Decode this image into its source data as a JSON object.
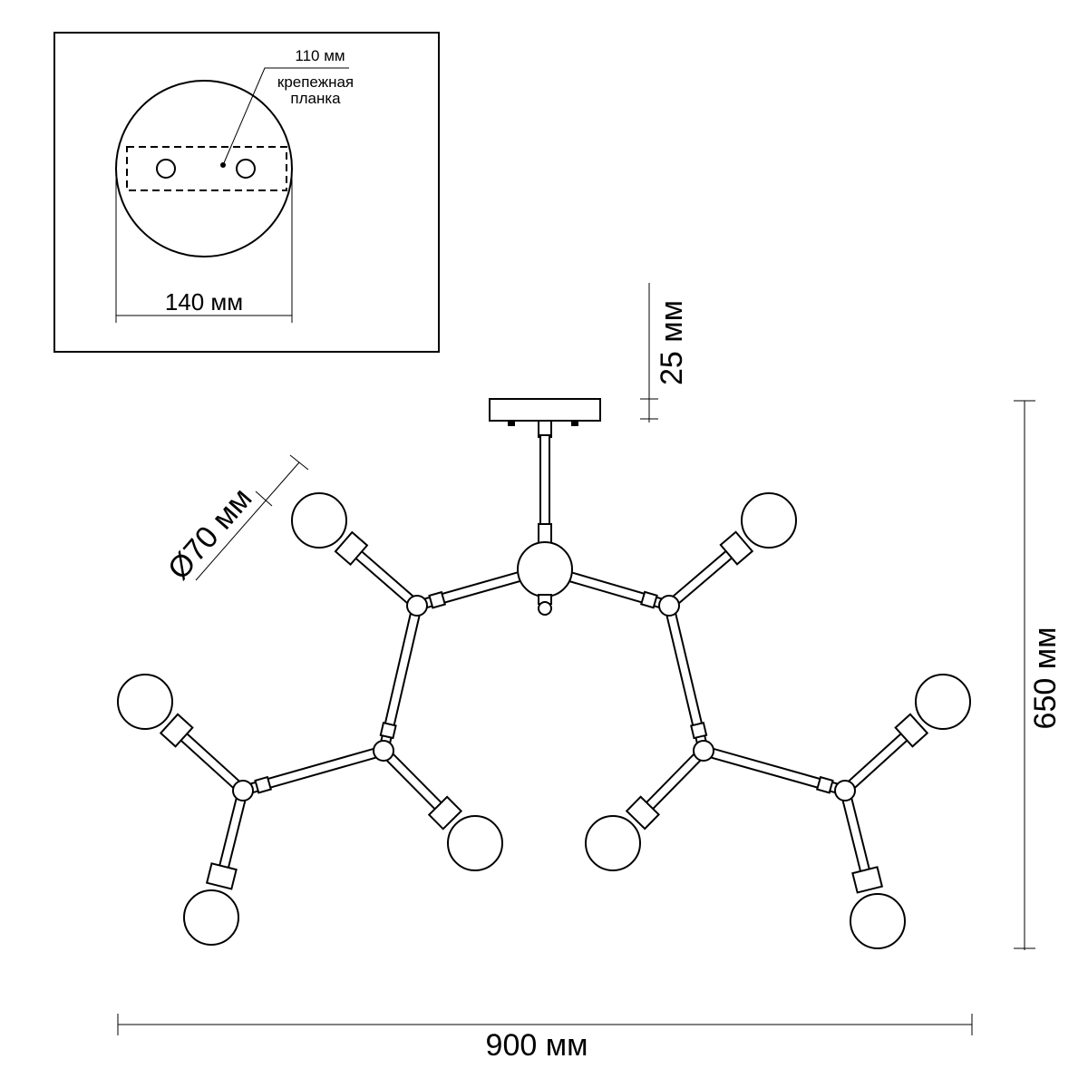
{
  "inset": {
    "dim_110": "110 мм",
    "note_line1": "крепежная",
    "note_line2": "планка",
    "dim_140": "140 мм"
  },
  "dims": {
    "globe_diameter": "Ø70 мм",
    "canopy_height": "25 мм",
    "total_height": "650 мм",
    "total_width": "900 мм"
  }
}
